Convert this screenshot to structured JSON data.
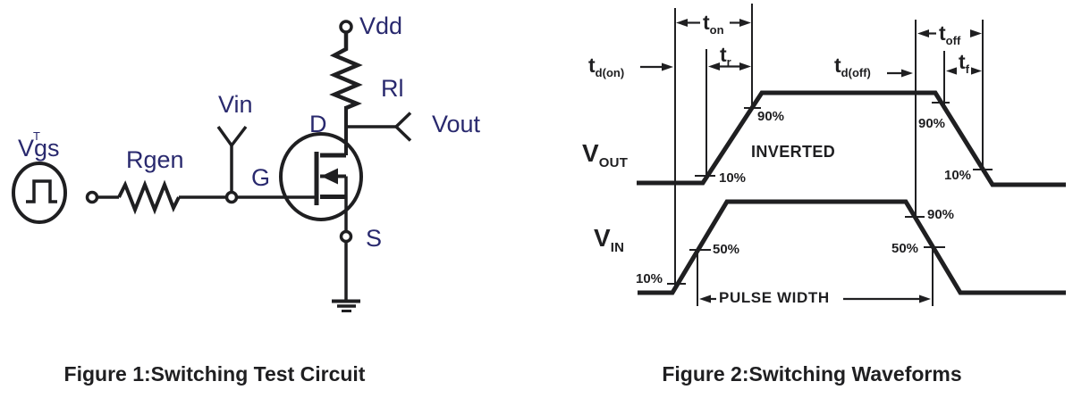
{
  "colors": {
    "ink": "#1f1f21",
    "circuit_label": "#29296e",
    "background": "#ffffff"
  },
  "figure1": {
    "caption": "Figure 1:Switching Test Circuit",
    "labels": {
      "source": "Vgs",
      "source_mark": "T",
      "gen_resistor": "Rgen",
      "input": "Vin",
      "gate": "G",
      "drain": "D",
      "source_pin": "S",
      "supply": "Vdd",
      "load_resistor": "Rl",
      "output": "Vout"
    }
  },
  "figure2": {
    "caption": "Figure 2:Switching Waveforms",
    "signals": {
      "vout": {
        "main": "V",
        "sub": "OUT"
      },
      "vin": {
        "main": "V",
        "sub": "IN"
      }
    },
    "timings": {
      "td_on": {
        "main": "t",
        "sub": "d(on)"
      },
      "t_on": {
        "main": "t",
        "sub": "on"
      },
      "t_r": {
        "main": "t",
        "sub": "r"
      },
      "td_off": {
        "main": "t",
        "sub": "d(off)"
      },
      "t_off": {
        "main": "t",
        "sub": "off"
      },
      "t_f": {
        "main": "t",
        "sub": "f"
      }
    },
    "levels": {
      "vout_rise_90": "90%",
      "vout_rise_10": "10%",
      "vout_fall_90": "90%",
      "vout_fall_10": "10%",
      "vin_rise_10": "10%",
      "vin_rise_50": "50%",
      "vin_fall_90": "90%",
      "vin_fall_50": "50%"
    },
    "annotations": {
      "inverted": "INVERTED",
      "pulse_width": "PULSE WIDTH"
    }
  }
}
